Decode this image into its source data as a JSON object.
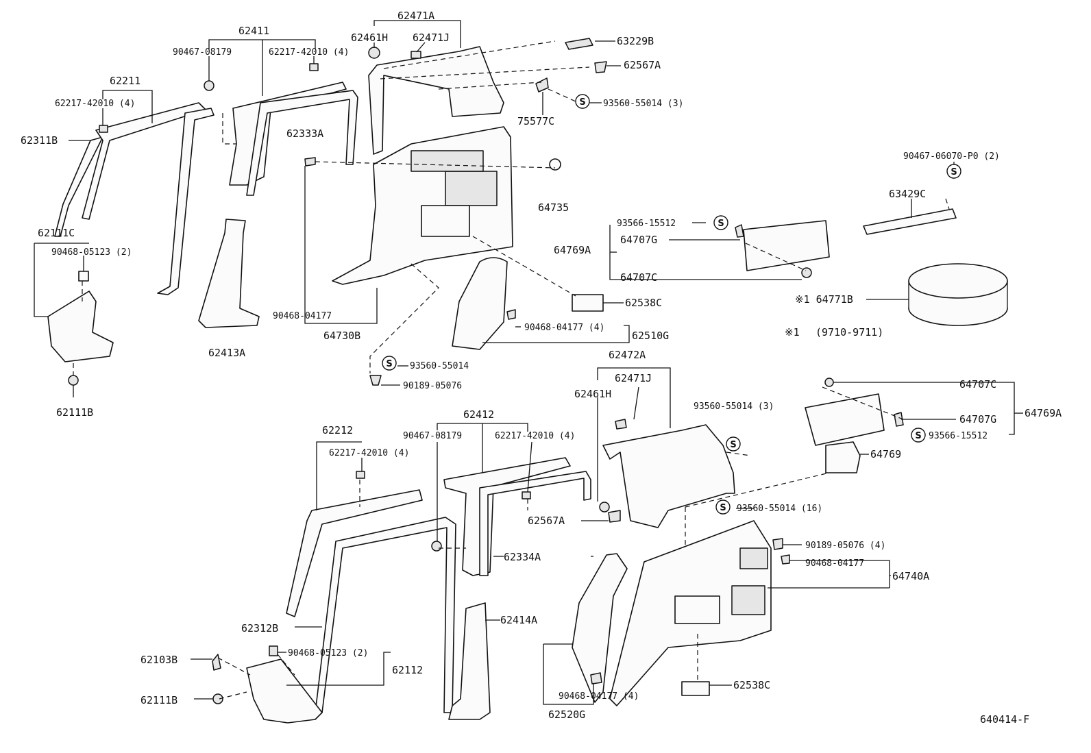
{
  "diagram_code": "640414-F",
  "notes": {
    "mark": "※1",
    "range": "(9710-9711)"
  },
  "labels": {
    "p62411": "62411",
    "p62211": "62211",
    "p62471A": "62471A",
    "p62461H_top": "62461H",
    "p62471J_top": "62471J",
    "p63229B": "63229B",
    "p62567A_top": "62567A",
    "p90467_08179_top": "90467-08179",
    "p62217_42010_4_a": "62217-42010 (4)",
    "p62217_42010_4_b": "62217-42010 (4)",
    "p62311B": "62311B",
    "p62333A": "62333A",
    "p93560_55014_3_top": "93560-55014 (3)",
    "p75577C": "75577C",
    "p90467_06070_P0_2": "90467-06070-P0 (2)",
    "p63429C": "63429C",
    "p64735": "64735",
    "p62111C": "62111C",
    "p90468_05123_2_top": "90468-05123 (2)",
    "p93566_15512_top": "93566-15512",
    "p64707G_top": "64707G",
    "p64769A_top": "64769A",
    "p64707C_top": "64707C",
    "p64771B": "※1 64771B",
    "p62538C_top": "62538C",
    "p90468_04177_4_mid": "90468-04177 (4)",
    "p62510G": "62510G",
    "p90468_04177_left": "90468-04177",
    "p64730B": "64730B",
    "p62413A": "62413A",
    "p93560_55014_mid": "93560-55014",
    "p90189_05076_mid": "90189-05076",
    "p62111B_top": "62111B",
    "p62472A": "62472A",
    "p62471J_bot": "62471J",
    "p62461H_bot": "62461H",
    "p93560_55014_3_bot": "93560-55014 (3)",
    "p64707C_right": "64707C",
    "p64769A_right": "64769A",
    "p64707G_right": "64707G",
    "p93566_15512_right": "93566-15512",
    "p64769": "64769",
    "p62412": "62412",
    "p62212": "62212",
    "p90467_08179_bot": "90467-08179",
    "p62217_42010_4_c": "62217-42010 (4)",
    "p62217_42010_4_d": "62217-42010 (4)",
    "p93560_55014_16": "93560-55014 (16)",
    "p62567A_bot": "62567A",
    "p90189_05076_4": "90189-05076 (4)",
    "p62334A": "62334A",
    "p90468_04177_right": "90468-04177",
    "p64740A": "64740A",
    "p62414A": "62414A",
    "p62312B": "62312B",
    "p62103B": "62103B",
    "p90468_05123_2_bot": "90468-05123 (2)",
    "p62112": "62112",
    "p62111B_bot": "62111B",
    "p62538C_bot": "62538C",
    "p90468_04177_4_bot": "90468-04177 (4)",
    "p62520G": "62520G",
    "s": "S"
  }
}
